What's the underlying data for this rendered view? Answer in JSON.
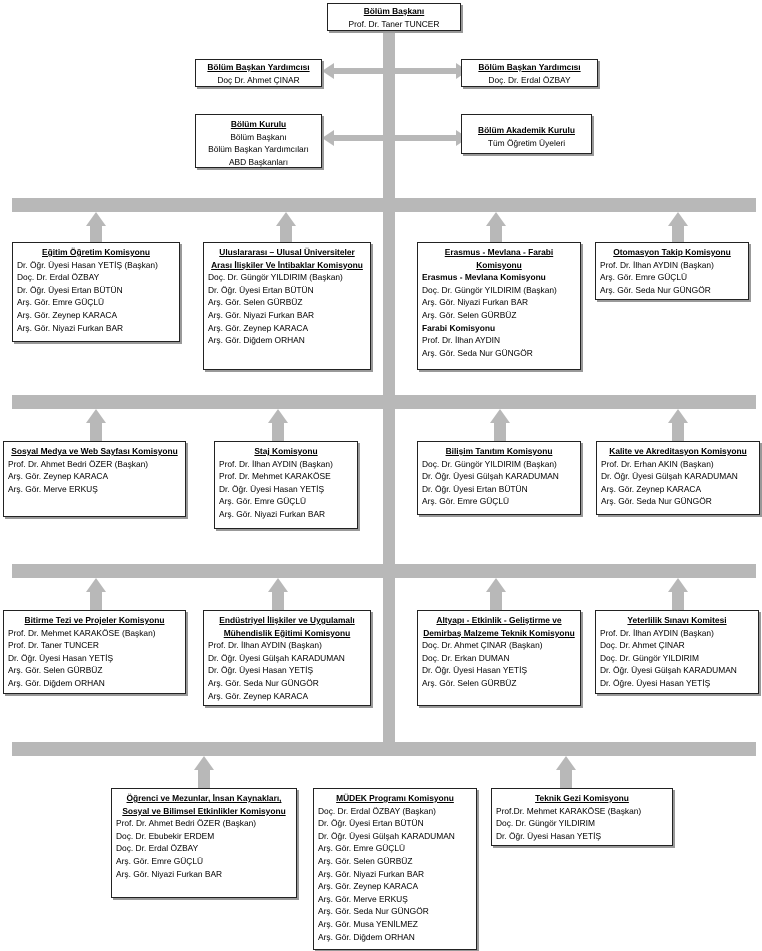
{
  "head": {
    "title": "Bölüm Başkanı",
    "lines": [
      "Prof. Dr. Taner TUNCER"
    ]
  },
  "deputy_left": {
    "title": "Bölüm Başkan Yardımcısı",
    "lines": [
      "Doç Dr. Ahmet ÇINAR"
    ]
  },
  "deputy_right": {
    "title": "Bölüm Başkan Yardımcısı",
    "lines": [
      "Doç. Dr. Erdal ÖZBAY"
    ]
  },
  "board": {
    "title": "Bölüm Kurulu",
    "lines": [
      "Bölüm Başkanı",
      "Bölüm Başkan Yardımcıları",
      "ABD Başkanları"
    ]
  },
  "academic_board": {
    "title": "Bölüm Akademik Kurulu",
    "lines": [
      "Tüm Öğretim Üyeleri"
    ]
  },
  "row1": [
    {
      "title": "Eğitim Öğretim Komisyonu",
      "lines": [
        "Dr. Öğr. Üyesi Hasan YETİŞ (Başkan)",
        "Doç. Dr. Erdal ÖZBAY",
        "Dr. Öğr. Üyesi Ertan BÜTÜN",
        "Arş. Gör. Emre GÜÇLÜ",
        "Arş. Gör. Zeynep KARACA",
        "Arş. Gör. Niyazi Furkan BAR"
      ]
    },
    {
      "title": "Uluslararası – Ulusal Üniversiteler Arası İlişkiler Ve İntibaklar Komisyonu",
      "lines": [
        "Doç. Dr. Güngör YILDIRIM (Başkan)",
        "Dr. Öğr. Üyesi Ertan BÜTÜN",
        "Arş. Gör. Selen GÜRBÜZ",
        "Arş. Gör. Niyazi Furkan BAR",
        "Arş. Gör. Zeynep KARACA",
        "Arş. Gör. Diğdem ORHAN"
      ]
    },
    {
      "title": "Erasmus - Mevlana - Farabi Komisyonu",
      "sub1": "Erasmus - Mevlana Komisyonu",
      "lines": [
        "Doç. Dr. Güngör YILDIRIM (Başkan)",
        "Arş. Gör. Niyazi Furkan BAR",
        "Arş. Gör. Selen GÜRBÜZ"
      ],
      "sub2": "Farabi Komisyonu",
      "lines2": [
        "Prof. Dr. İlhan AYDIN",
        "Arş. Gör. Seda Nur GÜNGÖR"
      ]
    },
    {
      "title": "Otomasyon Takip Komisyonu",
      "lines": [
        "Prof. Dr. İlhan AYDIN (Başkan)",
        "Arş. Gör. Emre GÜÇLÜ",
        "Arş. Gör. Seda Nur GÜNGÖR"
      ]
    }
  ],
  "row2": [
    {
      "title": "Sosyal Medya ve Web Sayfası Komisyonu",
      "lines": [
        "Prof. Dr. Ahmet Bedri ÖZER (Başkan)",
        "Arş. Gör. Zeynep KARACA",
        "Arş. Gör. Merve ERKUŞ"
      ]
    },
    {
      "title": "Staj Komisyonu",
      "lines": [
        "Prof. Dr. İlhan AYDIN (Başkan)",
        "Prof. Dr. Mehmet KARAKÖSE",
        "Dr. Öğr. Üyesi Hasan YETİŞ",
        "Arş. Gör. Emre GÜÇLÜ",
        "Arş. Gör. Niyazi Furkan BAR"
      ]
    },
    {
      "title": "Bilişim Tanıtım Komisyonu",
      "lines": [
        "Doç. Dr. Güngör YILDIRIM (Başkan)",
        "Dr. Öğr. Üyesi Gülşah KARADUMAN",
        "Dr. Öğr. Üyesi Ertan BÜTÜN",
        "Arş. Gör. Emre GÜÇLÜ"
      ]
    },
    {
      "title": "Kalite ve Akreditasyon Komisyonu",
      "lines": [
        "Prof. Dr. Erhan AKIN (Başkan)",
        "Dr. Öğr. Üyesi Gülşah KARADUMAN",
        "Arş. Gör. Zeynep KARACA",
        "Arş. Gör. Seda Nur GÜNGÖR"
      ]
    }
  ],
  "row3": [
    {
      "title": "Bitirme Tezi ve Projeler Komisyonu",
      "lines": [
        "Prof. Dr. Mehmet KARAKÖSE (Başkan)",
        "Prof. Dr. Taner TUNCER",
        "Dr. Öğr. Üyesi Hasan YETİŞ",
        "Arş. Gör. Selen GÜRBÜZ",
        "Arş. Gör. Diğdem ORHAN"
      ]
    },
    {
      "title": "Endüstriyel İlişkiler ve Uygulamalı Mühendislik Eğitimi Komisyonu",
      "lines": [
        "Prof. Dr. İlhan AYDIN (Başkan)",
        "Dr. Öğr. Üyesi Gülşah KARADUMAN",
        "Dr. Öğr. Üyesi Hasan YETİŞ",
        "Arş. Gör. Seda Nur GÜNGÖR",
        "Arş. Gör. Zeynep KARACA"
      ]
    },
    {
      "title": "Altyapı - Etkinlik - Geliştirme ve Demirbaş Malzeme Teknik Komisyonu",
      "lines": [
        "Doç. Dr. Ahmet ÇINAR (Başkan)",
        "Doç. Dr. Erkan DUMAN",
        "Dr. Öğr. Üyesi Hasan YETİŞ",
        "Arş. Gör. Selen GÜRBÜZ"
      ]
    },
    {
      "title": "Yeterlilik Sınavı Komitesi",
      "lines": [
        "Prof. Dr. İlhan AYDIN (Başkan)",
        "Doç. Dr. Ahmet ÇINAR",
        "Doç. Dr. Güngör YILDIRIM",
        "Dr. Öğr. Üyesi Gülşah KARADUMAN",
        "Dr. Öğre. Üyesi Hasan YETİŞ"
      ]
    }
  ],
  "row4": [
    {
      "title": "Öğrenci ve Mezunlar, İnsan Kaynakları, Sosyal ve Bilimsel Etkinlikler Komisyonu",
      "lines": [
        "Prof. Dr. Ahmet Bedri ÖZER (Başkan)",
        "Doç. Dr. Ebubekir ERDEM",
        "Doç. Dr. Erdal ÖZBAY",
        "Arş. Gör. Emre GÜÇLÜ",
        "Arş. Gör. Niyazi Furkan BAR"
      ]
    },
    {
      "title": "MÜDEK  Programı Komisyonu",
      "lines": [
        "Doç. Dr. Erdal ÖZBAY (Başkan)",
        "Dr. Öğr. Üyesi Ertan BÜTÜN",
        "Dr. Öğr. Üyesi Gülşah KARADUMAN",
        "Arş. Gör. Emre GÜÇLÜ",
        "Arş. Gör. Selen GÜRBÜZ",
        "Arş. Gör. Niyazi Furkan BAR",
        "Arş. Gör. Zeynep KARACA",
        "Arş. Gör. Merve ERKUŞ",
        "Arş. Gör. Seda Nur GÜNGÖR",
        "Arş. Gör. Musa YENİLMEZ",
        "Arş. Gör. Diğdem ORHAN"
      ]
    },
    {
      "title": "Teknik Gezi Komisyonu",
      "lines": [
        "Prof.Dr. Mehmet KARAKÖSE (Başkan)",
        "Doç. Dr. Güngör YILDIRIM",
        "Dr. Öğr. Üyesi Hasan YETİŞ"
      ]
    }
  ]
}
